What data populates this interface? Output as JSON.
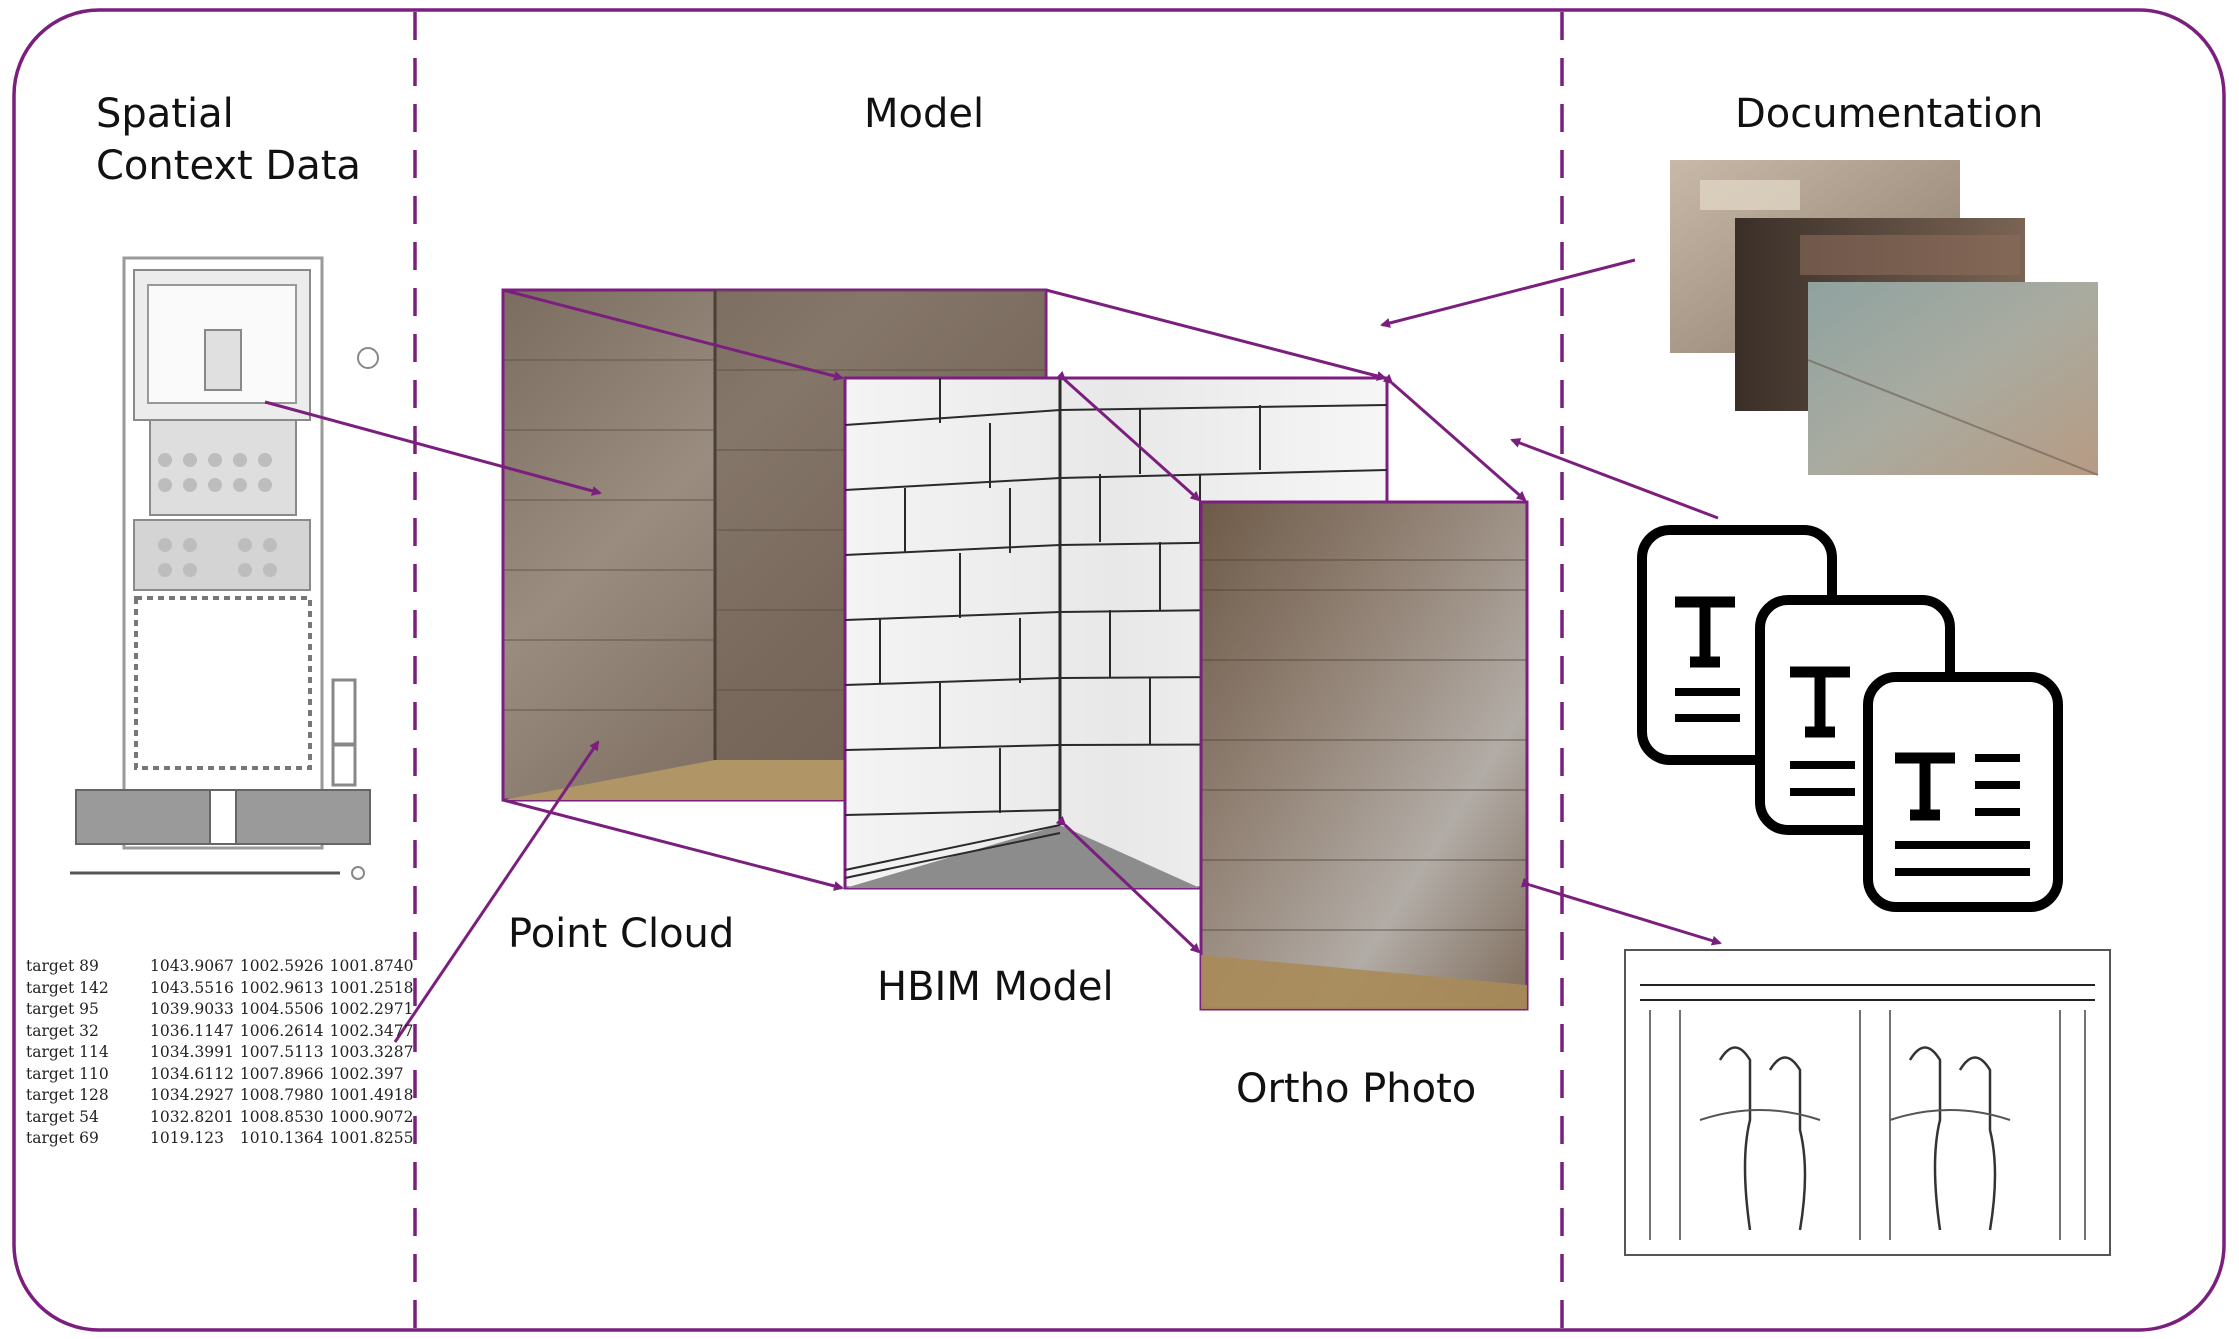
{
  "sections": {
    "spatial_context": "Spatial\nContext Data",
    "model": "Model",
    "documentation": "Documentation"
  },
  "labels": {
    "point_cloud": "Point Cloud",
    "hbim_model": "HBIM Model",
    "ortho_photo": "Ortho Photo"
  },
  "targets": [
    [
      "target 89",
      "1043.9067",
      "1002.5926",
      "1001.8740"
    ],
    [
      "target 142",
      "1043.5516",
      "1002.9613",
      "1001.2518"
    ],
    [
      "target 95",
      "1039.9033",
      "1004.5506",
      "1002.2971"
    ],
    [
      "target 32",
      "1036.1147",
      "1006.2614",
      "1002.3477"
    ],
    [
      "target 114",
      "1034.3991",
      "1007.5113",
      "1003.3287"
    ],
    [
      "target 110",
      "1034.6112",
      "1007.8966",
      "1002.397"
    ],
    [
      "target 128",
      "1034.2927",
      "1008.7980",
      "1001.4918"
    ],
    [
      "target 54",
      "1032.8201",
      "1008.8530",
      "1000.9072"
    ],
    [
      "target 69",
      "1019.123",
      "1010.1364",
      "1001.8255"
    ]
  ],
  "colors": {
    "accent": "#7b1f7e",
    "stone": "#8c7c6a",
    "stone_dark": "#5e5248",
    "model_wall": "#f0f0f0",
    "model_line": "#2a2a2a"
  },
  "icons": [
    "floor-plan-icon",
    "point-cloud-image",
    "hbim-model-image",
    "ortho-photo-image",
    "photo-stack-image",
    "text-document-icon",
    "line-drawing-image"
  ]
}
